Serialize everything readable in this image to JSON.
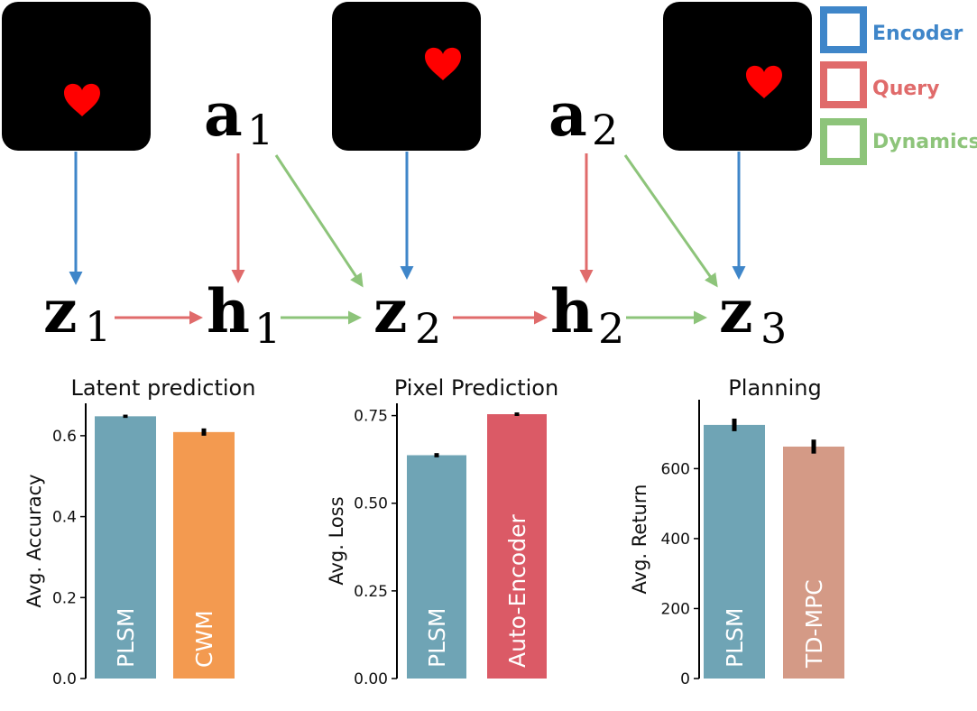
{
  "diagram": {
    "legend": [
      {
        "label": "Encoder",
        "color": "#3f86c9"
      },
      {
        "label": "Query",
        "color": "#e06b6b"
      },
      {
        "label": "Dynamics",
        "color": "#8dc47a"
      }
    ],
    "nodes": {
      "z1": {
        "base": "z",
        "sub": "1"
      },
      "h1": {
        "base": "h",
        "sub": "1"
      },
      "z2": {
        "base": "z",
        "sub": "2"
      },
      "h2": {
        "base": "h",
        "sub": "2"
      },
      "z3": {
        "base": "z",
        "sub": "3"
      },
      "a1": {
        "base": "a",
        "sub": "1"
      },
      "a2": {
        "base": "a",
        "sub": "2"
      }
    },
    "frames": [
      "frame-1",
      "frame-2",
      "frame-3"
    ]
  },
  "chart_data": [
    {
      "type": "bar",
      "title": "Latent prediction",
      "ylabel": "Avg. Accuracy",
      "categories": [
        "PLSM",
        "CWM"
      ],
      "values": [
        0.648,
        0.609
      ],
      "errors": [
        0.004,
        0.009
      ],
      "colors": [
        "#6fa4b5",
        "#f39a50"
      ],
      "ylim": [
        0,
        0.68
      ],
      "yticks": [
        0.0,
        0.2,
        0.4,
        0.6
      ],
      "ytick_labels": [
        "0.0",
        "0.2",
        "0.4",
        "0.6"
      ]
    },
    {
      "type": "bar",
      "title": "Pixel Prediction",
      "ylabel": "Avg. Loss",
      "categories": [
        "PLSM",
        "Auto-Encoder"
      ],
      "values": [
        0.637,
        0.754
      ],
      "errors": [
        0.006,
        0.005
      ],
      "colors": [
        "#6fa4b5",
        "#db5a66"
      ],
      "ylim": [
        0,
        0.785
      ],
      "yticks": [
        0.0,
        0.25,
        0.5,
        0.75
      ],
      "ytick_labels": [
        "0.00",
        "0.25",
        "0.50",
        "0.75"
      ]
    },
    {
      "type": "bar",
      "title": "Planning",
      "ylabel": "Avg. Return",
      "categories": [
        "PLSM",
        "TD-MPC"
      ],
      "values": [
        725,
        663
      ],
      "errors": [
        18,
        20
      ],
      "colors": [
        "#6fa4b5",
        "#d49a86"
      ],
      "ylim": [
        0,
        797
      ],
      "yticks": [
        0,
        200,
        400,
        600
      ],
      "ytick_labels": [
        "0",
        "200",
        "400",
        "600"
      ]
    }
  ]
}
